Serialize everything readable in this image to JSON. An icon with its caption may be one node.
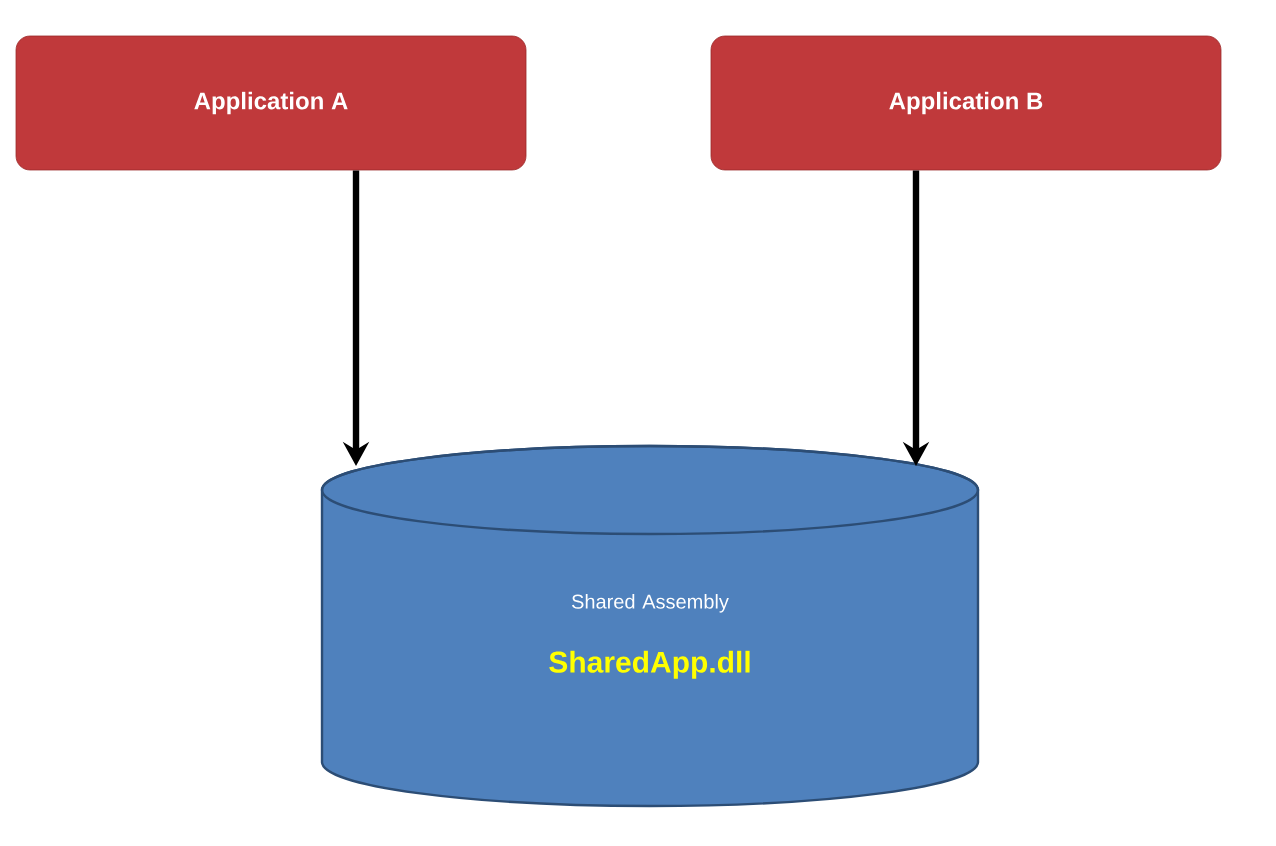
{
  "diagram": {
    "nodes": [
      {
        "text": [
          "Application A"
        ]
      },
      {
        "text": [
          "Application B"
        ]
      },
      {
        "text": [
          "Shared Assembly",
          "SharedApp.dll"
        ]
      }
    ],
    "edges": [
      {
        "from": 0,
        "to": 2,
        "arrow": "to"
      },
      {
        "from": 1,
        "to": 2,
        "arrow": "to"
      }
    ]
  }
}
